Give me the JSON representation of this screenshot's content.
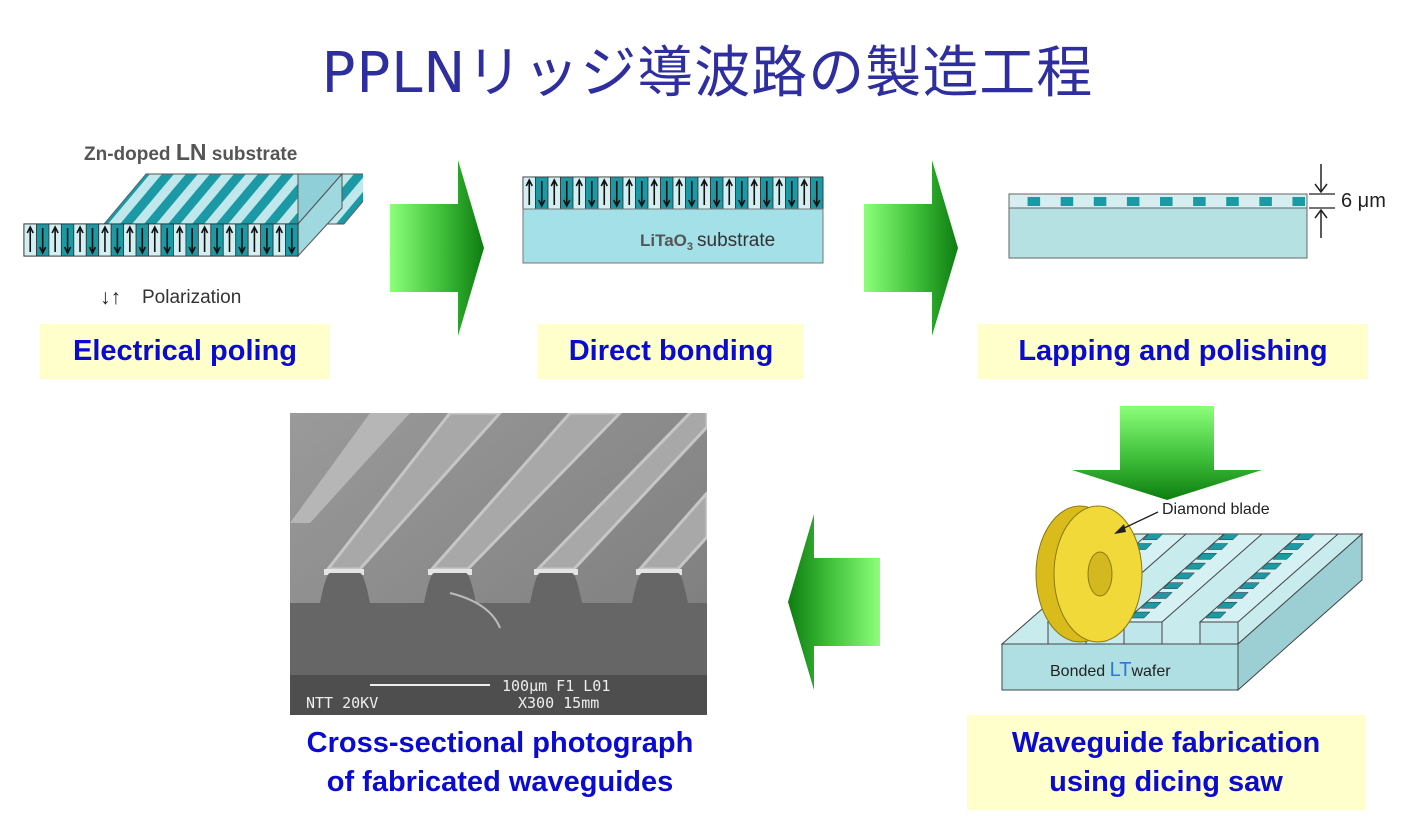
{
  "title": "PPLNリッジ導波路の製造工程",
  "steps": {
    "poling": {
      "label": "Electrical poling",
      "substrate_prefix": "Zn-doped ",
      "substrate_ln": "LN",
      "substrate_suffix": " substrate",
      "polarization_arrows": "↓↑",
      "polarization": "Polarization"
    },
    "bonding": {
      "label": "Direct bonding",
      "lt_main": "LiTaO",
      "lt_sub": "3",
      "lt_suffix": "substrate"
    },
    "lapping": {
      "label": "Lapping and polishing",
      "thickness": "6 μm"
    },
    "dicing": {
      "label_line1": "Waveguide fabrication",
      "label_line2": "using dicing saw",
      "blade": "Diamond blade",
      "wafer_prefix": "Bonded ",
      "wafer_lt": "LT",
      "wafer_suffix": "wafer"
    },
    "photo": {
      "caption_line1": "Cross-sectional photograph",
      "caption_line2": "of fabricated waveguides",
      "sem_line1": "100μm  F1  L01",
      "sem_line2_left": "NTT   20KV",
      "sem_line2_right": "X300  15mm"
    }
  },
  "colors": {
    "title": "#2e2e9e",
    "label_text": "#0a0ad0",
    "label_bg": "#ffffcc",
    "teal_domain": "#1b9aa6",
    "light_substrate": "#a3e0e8",
    "arrow_light": "#7cff6a",
    "arrow_dark": "#138a13",
    "blade": "#f2d93a"
  }
}
